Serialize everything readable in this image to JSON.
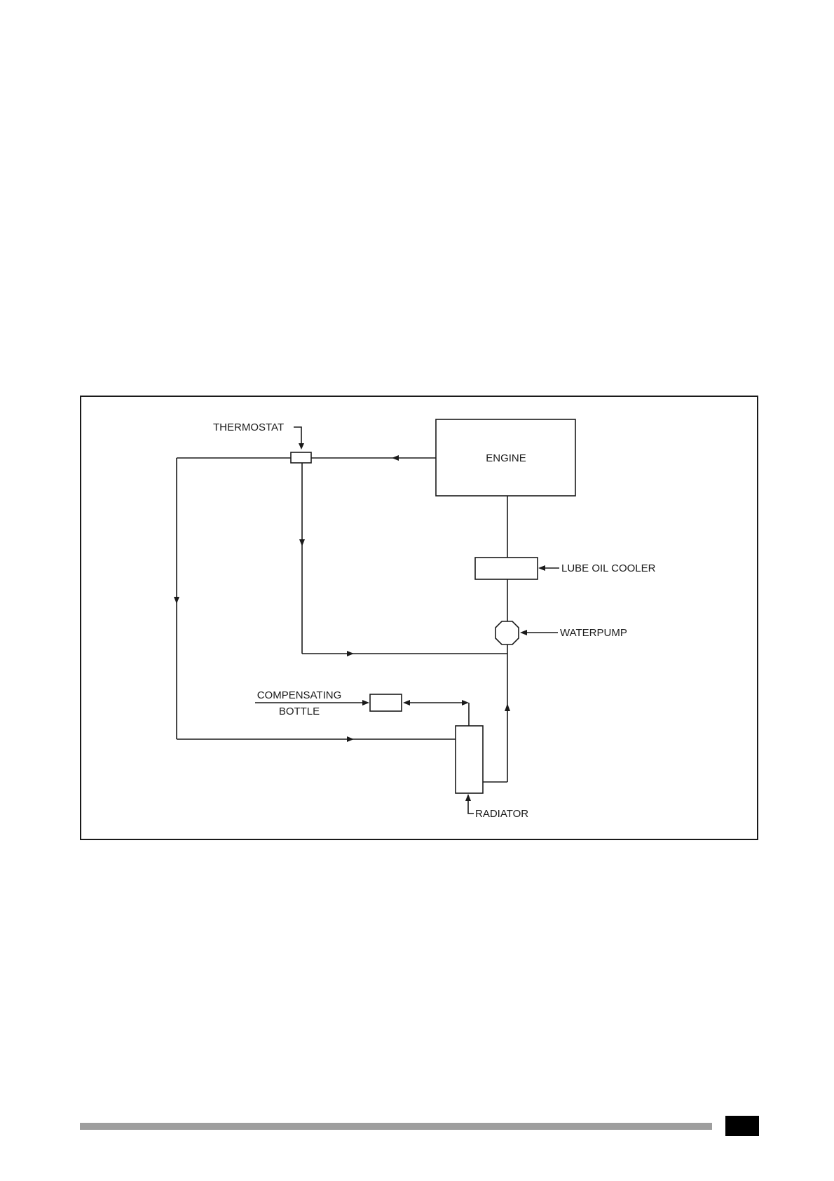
{
  "diagram": {
    "labels": {
      "engine": "ENGINE",
      "thermostat": "THERMOSTAT",
      "lube_oil_cooler": "LUBE OIL COOLER",
      "waterpump": "WATERPUMP",
      "compensating_line1": "COMPENSATING",
      "compensating_line2": "BOTTLE",
      "radiator": "RADIATOR"
    }
  },
  "colors": {
    "line": "#1a1a1a",
    "footer_bar": "#9e9e9e",
    "footer_tab": "#000000"
  }
}
